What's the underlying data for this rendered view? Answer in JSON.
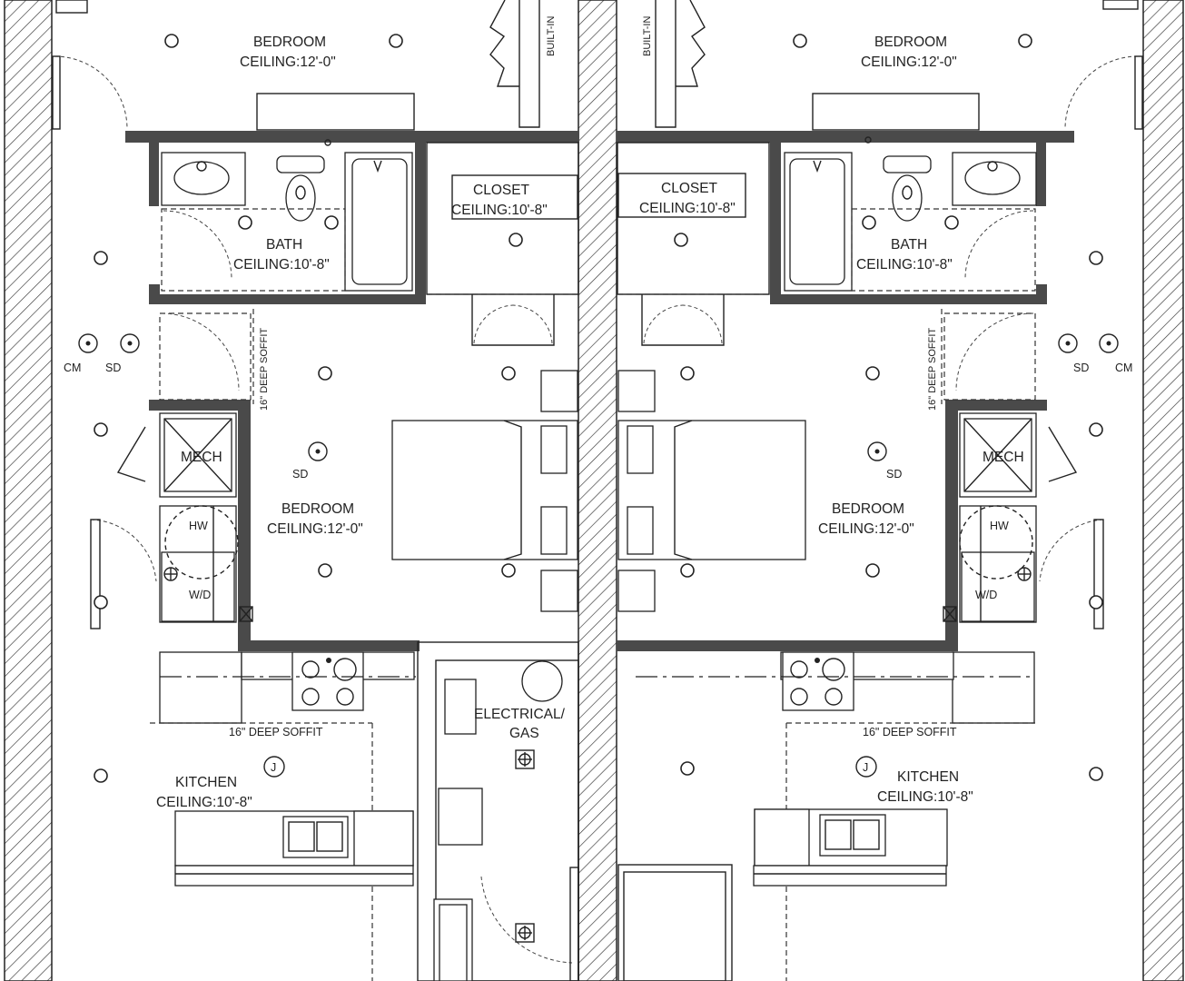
{
  "plan": {
    "left": {
      "bedroom_top": {
        "name": "BEDROOM",
        "ceiling": "CEILING:12'-0\""
      },
      "bath": {
        "name": "BATH",
        "ceiling": "CEILING:10'-8\""
      },
      "closet": {
        "name": "CLOSET",
        "ceiling": "CEILING:10'-8\""
      },
      "bedroom_main": {
        "name": "BEDROOM",
        "ceiling": "CEILING:12'-0\""
      },
      "kitchen": {
        "name": "KITCHEN",
        "ceiling": "CEILING:10'-8\""
      },
      "soffit_vertical": "16\" DEEP SOFFIT",
      "soffit_horizontal": "16\" DEEP SOFFIT",
      "cm": "CM",
      "sd": "SD",
      "sd_bedroom": "SD",
      "mech": "MECH",
      "hw": "HW",
      "wd": "W/D",
      "junction": "J",
      "built_in": "BUILT-IN"
    },
    "right": {
      "bedroom_top": {
        "name": "BEDROOM",
        "ceiling": "CEILING:12'-0\""
      },
      "bath": {
        "name": "BATH",
        "ceiling": "CEILING:10'-8\""
      },
      "closet": {
        "name": "CLOSET",
        "ceiling": "CEILING:10'-8\""
      },
      "bedroom_main": {
        "name": "BEDROOM",
        "ceiling": "CEILING:12'-0\""
      },
      "kitchen": {
        "name": "KITCHEN",
        "ceiling": "CEILING:10'-8\""
      },
      "soffit_vertical": "16\" DEEP SOFFIT",
      "soffit_horizontal": "16\" DEEP SOFFIT",
      "cm": "CM",
      "sd": "SD",
      "sd_bedroom": "SD",
      "mech": "MECH",
      "hw": "HW",
      "wd": "W/D",
      "junction": "J",
      "built_in": "BUILT-IN"
    },
    "utility": {
      "line1": "ELECTRICAL/",
      "line2": "GAS"
    }
  }
}
